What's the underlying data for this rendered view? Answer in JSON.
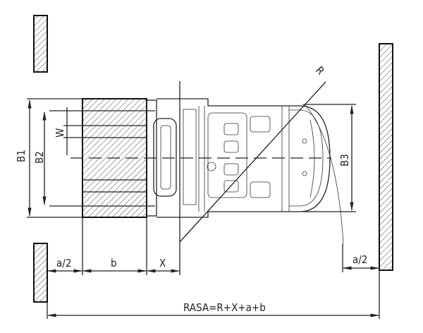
{
  "diagram": {
    "type": "forklift-right-angle-stacking-aisle",
    "labels": {
      "b1": "B1",
      "b2": "B2",
      "b3": "B3",
      "w": "W",
      "r": "R",
      "a_half_left": "a/2",
      "b": "b",
      "x": "X",
      "a_half_right": "a/2",
      "rasa": "RASA=R+X+a+b"
    },
    "colors": {
      "line": "#222222",
      "background": "#ffffff"
    }
  }
}
